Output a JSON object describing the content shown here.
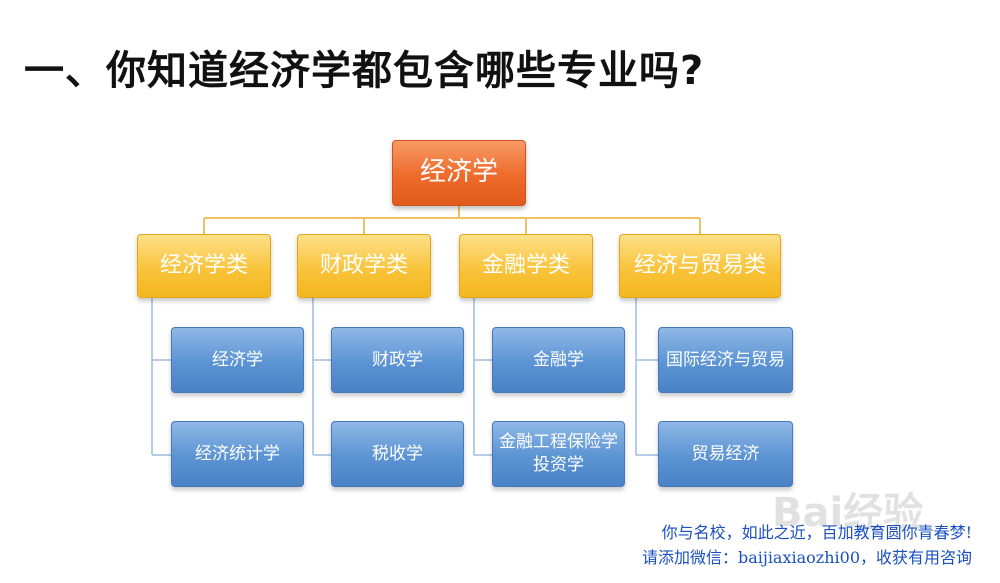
{
  "title": "一、你知道经济学都包含哪些专业吗?",
  "root": {
    "label": "经济学"
  },
  "categories": [
    {
      "label": "经济学类",
      "children": [
        "经济学",
        "经济统计学"
      ]
    },
    {
      "label": "财政学类",
      "children": [
        "财政学",
        "税收学"
      ]
    },
    {
      "label": "金融学类",
      "children": [
        "金融学",
        "金融工程保险学\n投资学"
      ]
    },
    {
      "label": "经济与贸易类",
      "children": [
        "国际经济与贸易",
        "贸易经济"
      ]
    }
  ],
  "footer": {
    "line1": "你与名校，如此之近，百加教育圆你青春梦!",
    "line2": "请添加微信：baijiaxiaozhi00，收获有用咨询"
  },
  "watermark": "Bai经验",
  "colors": {
    "root": "#ee6a2a",
    "category": "#f9c43c",
    "leaf": "#5b93d3",
    "connector": "#f0c060",
    "leaf_connector": "#9dbbe0",
    "footer_text": "#1a4fc2"
  }
}
